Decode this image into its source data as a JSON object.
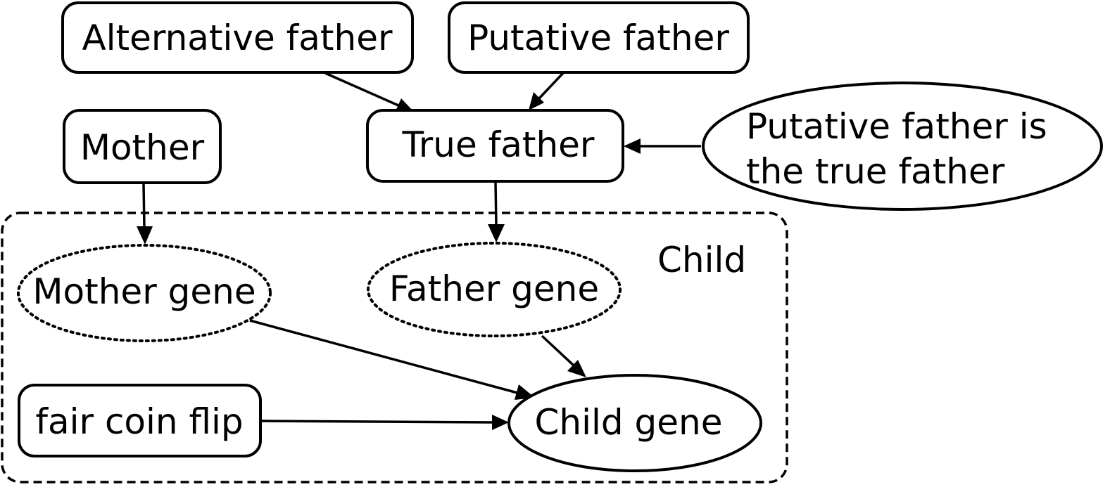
{
  "nodes": {
    "alternative_father": "Alternative father",
    "putative_father": "Putative father",
    "mother": "Mother",
    "true_father": "True father",
    "putative_is_true_line1": "Putative father is",
    "putative_is_true_line2": "the true father",
    "plate_label": "Child",
    "mother_gene": "Mother gene",
    "father_gene": "Father gene",
    "coin_flip": "fair coin flip",
    "child_gene": "Child gene"
  },
  "colors": {
    "stroke": "#000000",
    "fill": "#ffffff"
  }
}
